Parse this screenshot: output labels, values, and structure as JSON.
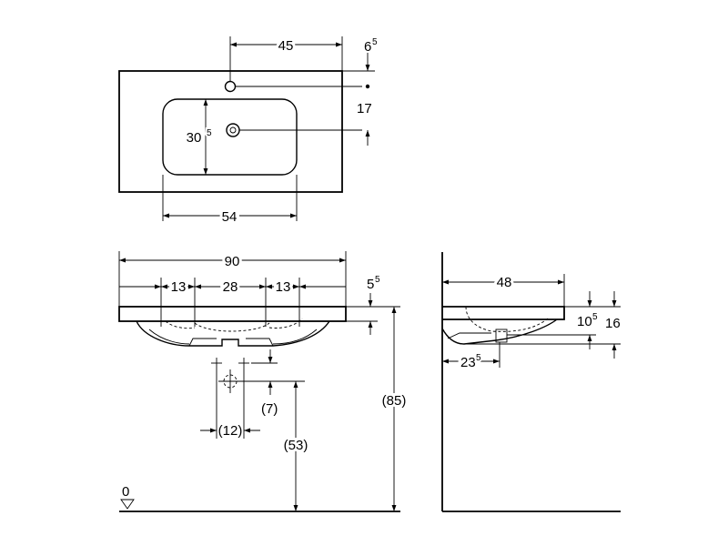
{
  "top_view": {
    "dim_tap_offset": "45",
    "dim_tap_from_top": "6",
    "dim_tap_from_top_sup": "5",
    "dim_drain_from_top": "17",
    "dim_bowl_depth": "30",
    "dim_bowl_depth_sup": "5",
    "dim_bowl_width": "54"
  },
  "front_view": {
    "dim_total_width": "90",
    "dim_left_fix": "13",
    "dim_fix_spacing": "28",
    "dim_right_fix": "13",
    "dim_thickness": "5",
    "dim_thickness_sup": "5",
    "dim_pipe_offset": "(7)",
    "dim_pipe_spacing": "(12)",
    "dim_drain_height": "(53)",
    "dim_mount_height": "(85)",
    "zero_level": "0"
  },
  "side_view": {
    "dim_depth": "48",
    "dim_bowl_height": "10",
    "dim_bowl_height_sup": "5",
    "dim_total_height": "16",
    "dim_drain_offset": "23",
    "dim_drain_offset_sup": "5"
  }
}
